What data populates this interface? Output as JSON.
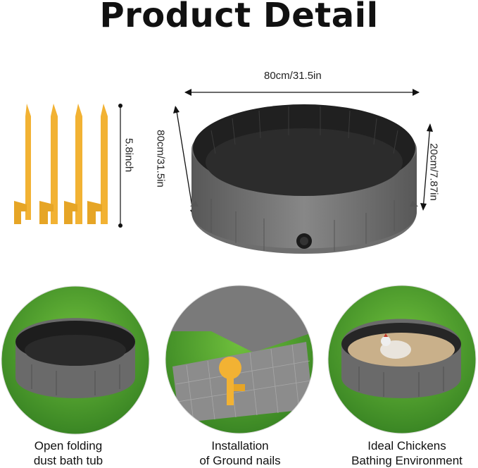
{
  "title": "Product Detail",
  "dimensions": {
    "diameter": "80cm/31.5in",
    "diameter_side": "80cm/31.5in",
    "height": "20cm/7.87in",
    "stake_length": "5.8inch"
  },
  "features": [
    {
      "line1": "Open folding",
      "line2": "dust bath tub"
    },
    {
      "line1": "Installation",
      "line2": "of Ground nails"
    },
    {
      "line1": "Ideal Chickens",
      "line2": "Bathing Environment"
    }
  ],
  "colors": {
    "pool_gray": "#6e6e6e",
    "pool_dark": "#1e1e1e",
    "stake_yellow": "#f2b233",
    "grass": "#3f8f2a"
  }
}
